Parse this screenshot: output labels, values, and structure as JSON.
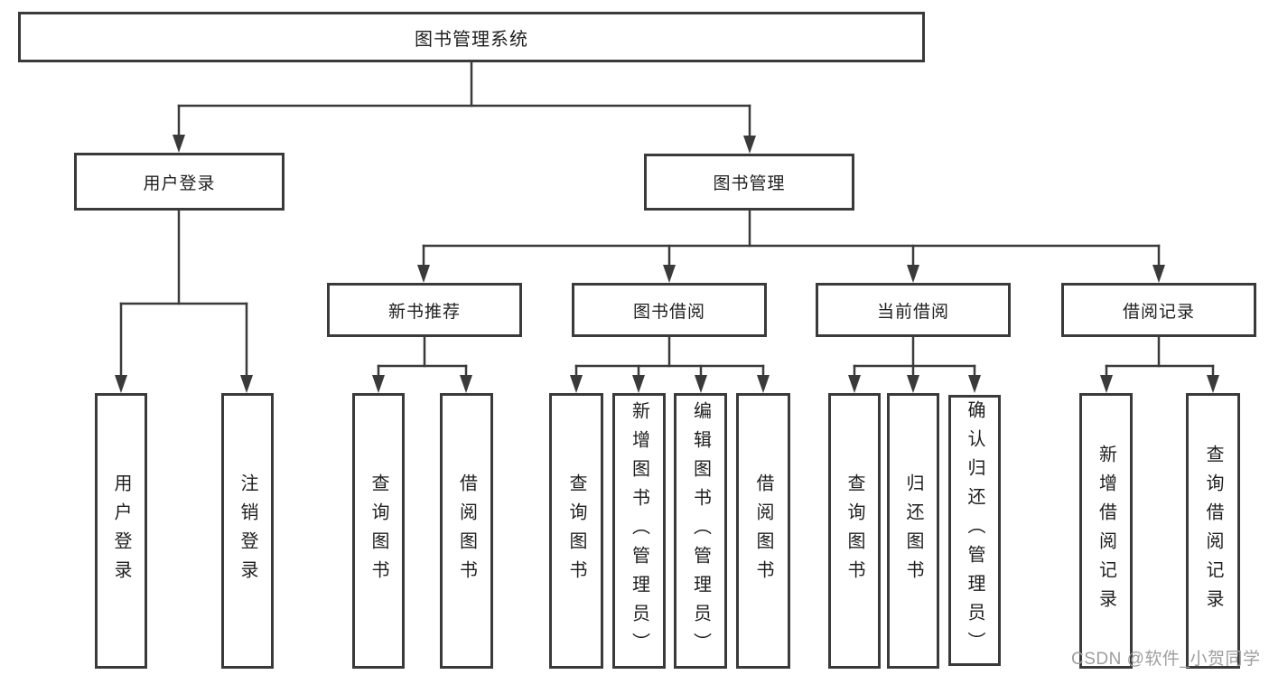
{
  "tree": {
    "label": "图书管理系统",
    "children": [
      {
        "label": "用户登录",
        "children": [
          {
            "label": "用户登录"
          },
          {
            "label": "注销登录"
          }
        ]
      },
      {
        "label": "图书管理",
        "children": [
          {
            "label": "新书推荐",
            "children": [
              {
                "label": "查询图书"
              },
              {
                "label": "借阅图书"
              }
            ]
          },
          {
            "label": "图书借阅",
            "children": [
              {
                "label": "查询图书"
              },
              {
                "label": "新增图书（管理员）"
              },
              {
                "label": "编辑图书（管理员）"
              },
              {
                "label": "借阅图书"
              }
            ]
          },
          {
            "label": "当前借阅",
            "children": [
              {
                "label": "查询图书"
              },
              {
                "label": "归还图书"
              },
              {
                "label": "确认归还（管理员）"
              }
            ]
          },
          {
            "label": "借阅记录",
            "children": [
              {
                "label": "新增借阅记录"
              },
              {
                "label": "查询借阅记录"
              }
            ]
          }
        ]
      }
    ]
  },
  "watermark": {
    "text": "CSDN @软件_小贺同学"
  },
  "colors": {
    "line": "#3a3a3a",
    "box_border": "#3a3a3a",
    "text": "#1f1f1f",
    "watermark": "#9e9e9e",
    "background": "#ffffff"
  }
}
